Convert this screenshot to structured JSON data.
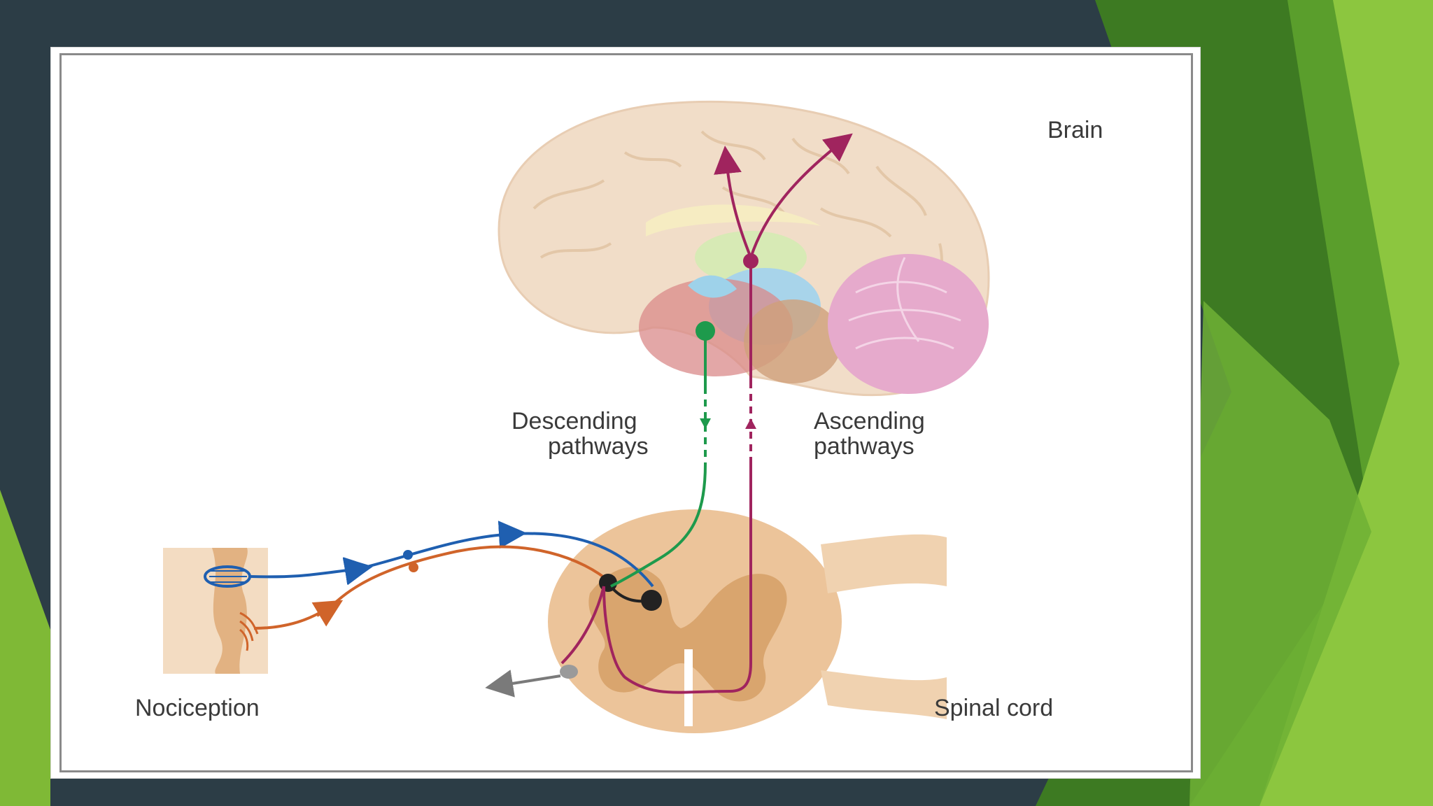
{
  "slide": {
    "theme_colors": {
      "background": "#2c3d46",
      "green_dark": "#3d7a22",
      "green_mid": "#5a9e2c",
      "green_light": "#8cc63f"
    }
  },
  "diagram": {
    "labels": {
      "brain": "Brain",
      "descending_line1": "Descending",
      "descending_line2": "pathways",
      "ascending_line1": "Ascending",
      "ascending_line2": "pathways",
      "nociception": "Nociception",
      "spinal_cord": "Spinal cord"
    },
    "colors": {
      "ascending": "#a0245e",
      "descending": "#1e9a4c",
      "afferent_blue": "#1f5fb0",
      "afferent_orange": "#d0642a",
      "efferent_gray": "#7a7a7a",
      "brain_tissue": "#f1ddc8",
      "spinal_cord": "#ecc49a",
      "gray_matter": "#d9a56e"
    }
  }
}
